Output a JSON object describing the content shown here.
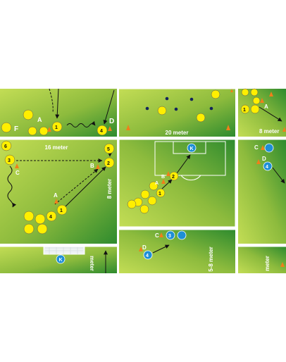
{
  "colors": {
    "pitch_light": "#b6d34a",
    "pitch_dark": "#2e8b2e",
    "line": "#ffffff",
    "player_yellow": "#ffef00",
    "player_blue": "#1e8fd6",
    "cone": "#f07f1a",
    "defender": "#13245b",
    "text": "#ffffff",
    "label": "#111111"
  },
  "panels": {
    "p1": {
      "letters": [
        "F",
        "A",
        "D"
      ],
      "numbers": [
        "1",
        "4"
      ]
    },
    "p2": {
      "distance": "20 meter"
    },
    "p3": {
      "letters": [
        "A"
      ],
      "numbers": [
        "1"
      ],
      "distance": "8 meter"
    },
    "p4": {
      "distance_top": "16 meter",
      "distance_side": "8 meter",
      "letters": [
        "C",
        "B",
        "A"
      ],
      "numbers": [
        "6",
        "3",
        "5",
        "2",
        "4",
        "1"
      ]
    },
    "p5": {
      "keeper": "K",
      "letters": [
        "A",
        "B"
      ],
      "numbers": [
        "2",
        "1"
      ]
    },
    "p6": {
      "letters": [
        "C",
        "D"
      ],
      "numbers": [
        "4"
      ]
    },
    "p7": {
      "keeper": "K",
      "distance": "meter"
    },
    "p8": {
      "letters": [
        "C",
        "D"
      ],
      "numbers": [
        "3",
        "4"
      ],
      "distance": "5-8 meter"
    },
    "p9": {
      "distance": "meter"
    }
  }
}
